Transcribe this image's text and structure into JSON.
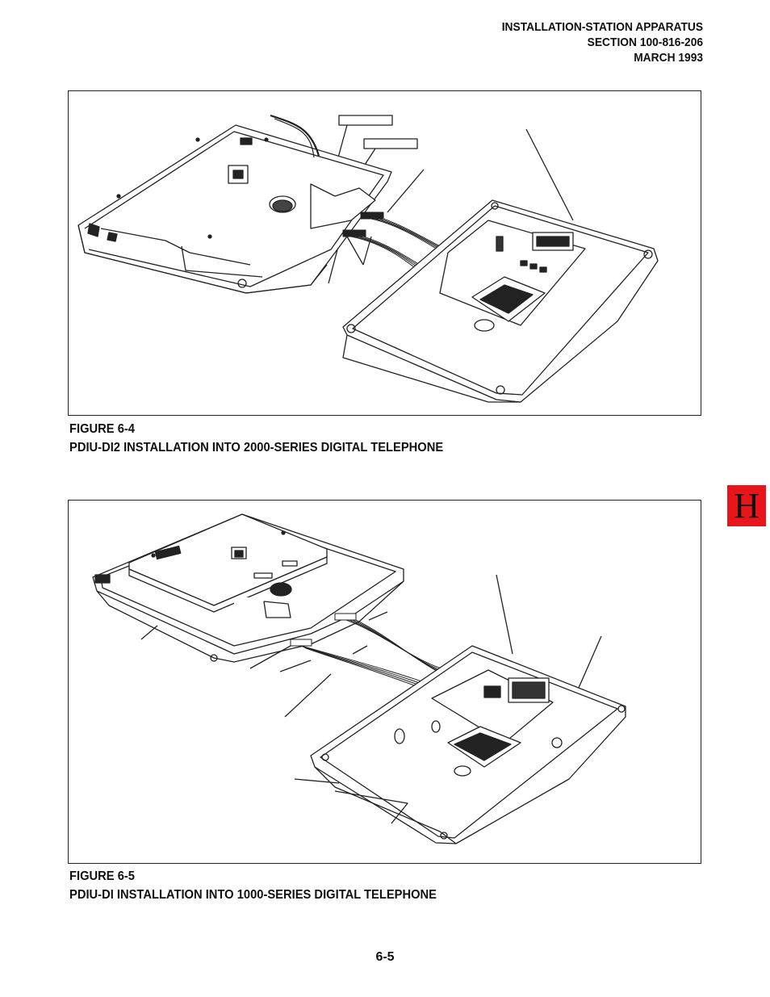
{
  "header": {
    "line1": "INSTALLATION-STATION APPARATUS",
    "line2": "SECTION 100-816-206",
    "line3": "MARCH 1993"
  },
  "figures": [
    {
      "number": "FIGURE 6-4",
      "title": "PDIU-DI2 INSTALLATION INTO 2000-SERIES DIGITAL TELEPHONE"
    },
    {
      "number": "FIGURE 6-5",
      "title": "PDIU-DI INSTALLATION INTO 1000-SERIES DIGITAL TELEPHONE"
    }
  ],
  "tab": {
    "letter": "H",
    "color": "#e8151b"
  },
  "page_number": "6-5"
}
